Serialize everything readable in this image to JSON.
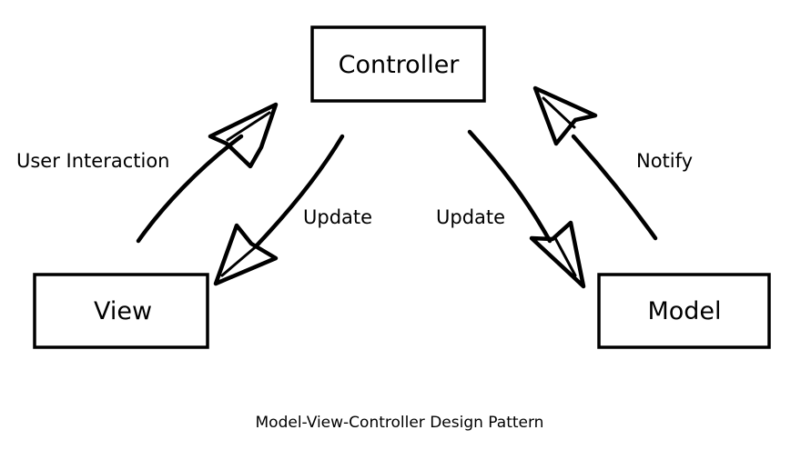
{
  "nodes": {
    "controller": "Controller",
    "view": "View",
    "model": "Model"
  },
  "edges": {
    "user_interaction": "User Interaction",
    "update_view": "Update",
    "update_model": "Update",
    "notify": "Notify"
  },
  "caption": "Model-View-Controller Design Pattern",
  "colors": {
    "ink": "#000000",
    "background": "#ffffff"
  }
}
